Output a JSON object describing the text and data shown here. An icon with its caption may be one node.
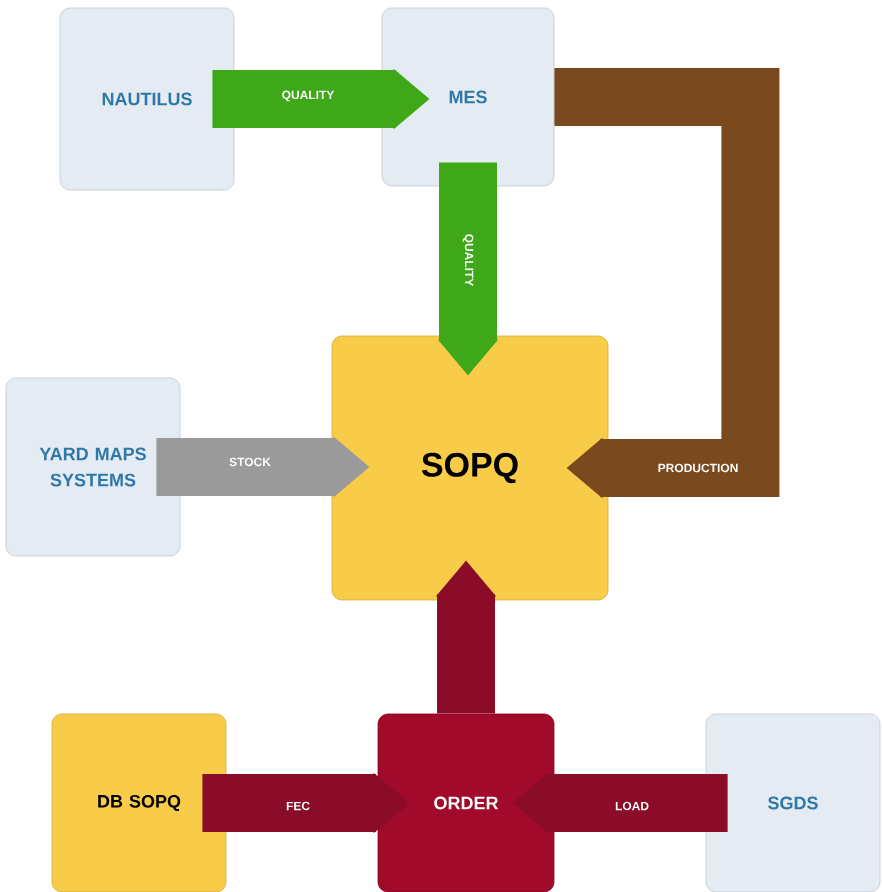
{
  "diagram": {
    "nodes": [
      {
        "text": [
          "NAUTILUS"
        ]
      },
      {
        "text": [
          "MES"
        ]
      },
      {
        "text": [
          "YARD MAPS SYSTEMS"
        ]
      },
      {
        "text": [
          "SOPQ"
        ]
      },
      {
        "text": [
          "DB SOPQ"
        ]
      },
      {
        "text": [
          "ORDER"
        ]
      },
      {
        "text": [
          "SGDS"
        ]
      }
    ],
    "edges": [
      {
        "from": 0,
        "to": 1,
        "arrow": "to",
        "label": "QUALITY",
        "color": "#3fa818"
      },
      {
        "from": 1,
        "to": 3,
        "arrow": "to",
        "label": "QUALITY",
        "color": "#3fa818"
      },
      {
        "from": 1,
        "to": 3,
        "arrow": "to",
        "label": "PRODUCTION",
        "color": "#7a4a1e"
      },
      {
        "from": 2,
        "to": 3,
        "arrow": "to",
        "label": "STOCK",
        "color": "#9a9a9a"
      },
      {
        "from": 5,
        "to": 3,
        "arrow": "to",
        "color": "#8a0c28"
      },
      {
        "from": 4,
        "to": 5,
        "arrow": "to",
        "label": "FEC",
        "color": "#8a0c28"
      },
      {
        "from": 6,
        "to": 5,
        "arrow": "to",
        "label": "LOAD",
        "color": "#8a0c28"
      }
    ]
  }
}
